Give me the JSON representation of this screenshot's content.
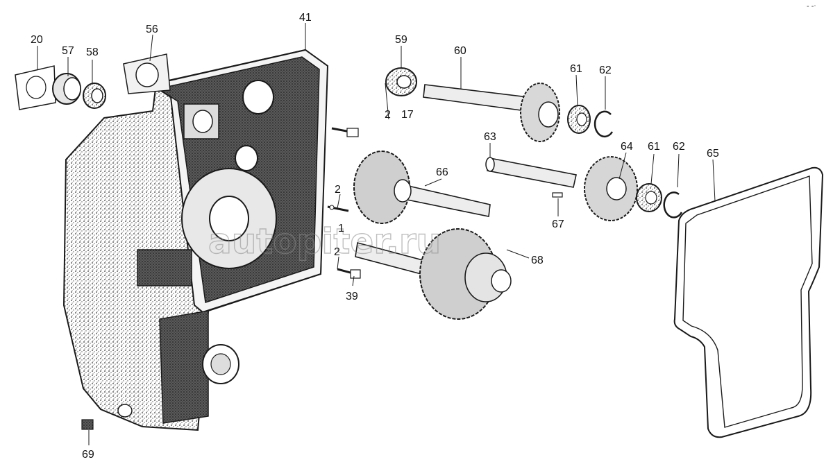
{
  "diagram": {
    "watermark": "autopiter.ru",
    "corner_mark": "- -·",
    "callouts": [
      {
        "id": "c20",
        "text": "20"
      },
      {
        "id": "c57",
        "text": "57"
      },
      {
        "id": "c58",
        "text": "58"
      },
      {
        "id": "c56",
        "text": "56"
      },
      {
        "id": "c41",
        "text": "41"
      },
      {
        "id": "c59",
        "text": "59"
      },
      {
        "id": "c60",
        "text": "60"
      },
      {
        "id": "c61a",
        "text": "61"
      },
      {
        "id": "c62a",
        "text": "62"
      },
      {
        "id": "c2a",
        "text": "2"
      },
      {
        "id": "c17",
        "text": "17"
      },
      {
        "id": "c63",
        "text": "63"
      },
      {
        "id": "c64",
        "text": "64"
      },
      {
        "id": "c61b",
        "text": "61"
      },
      {
        "id": "c62b",
        "text": "62"
      },
      {
        "id": "c65",
        "text": "65"
      },
      {
        "id": "c66",
        "text": "66"
      },
      {
        "id": "c2b",
        "text": "2"
      },
      {
        "id": "c1",
        "text": "1"
      },
      {
        "id": "c67",
        "text": "67"
      },
      {
        "id": "c68",
        "text": "68"
      },
      {
        "id": "c2c",
        "text": "2"
      },
      {
        "id": "c39",
        "text": "39"
      },
      {
        "id": "c69",
        "text": "69"
      }
    ]
  }
}
